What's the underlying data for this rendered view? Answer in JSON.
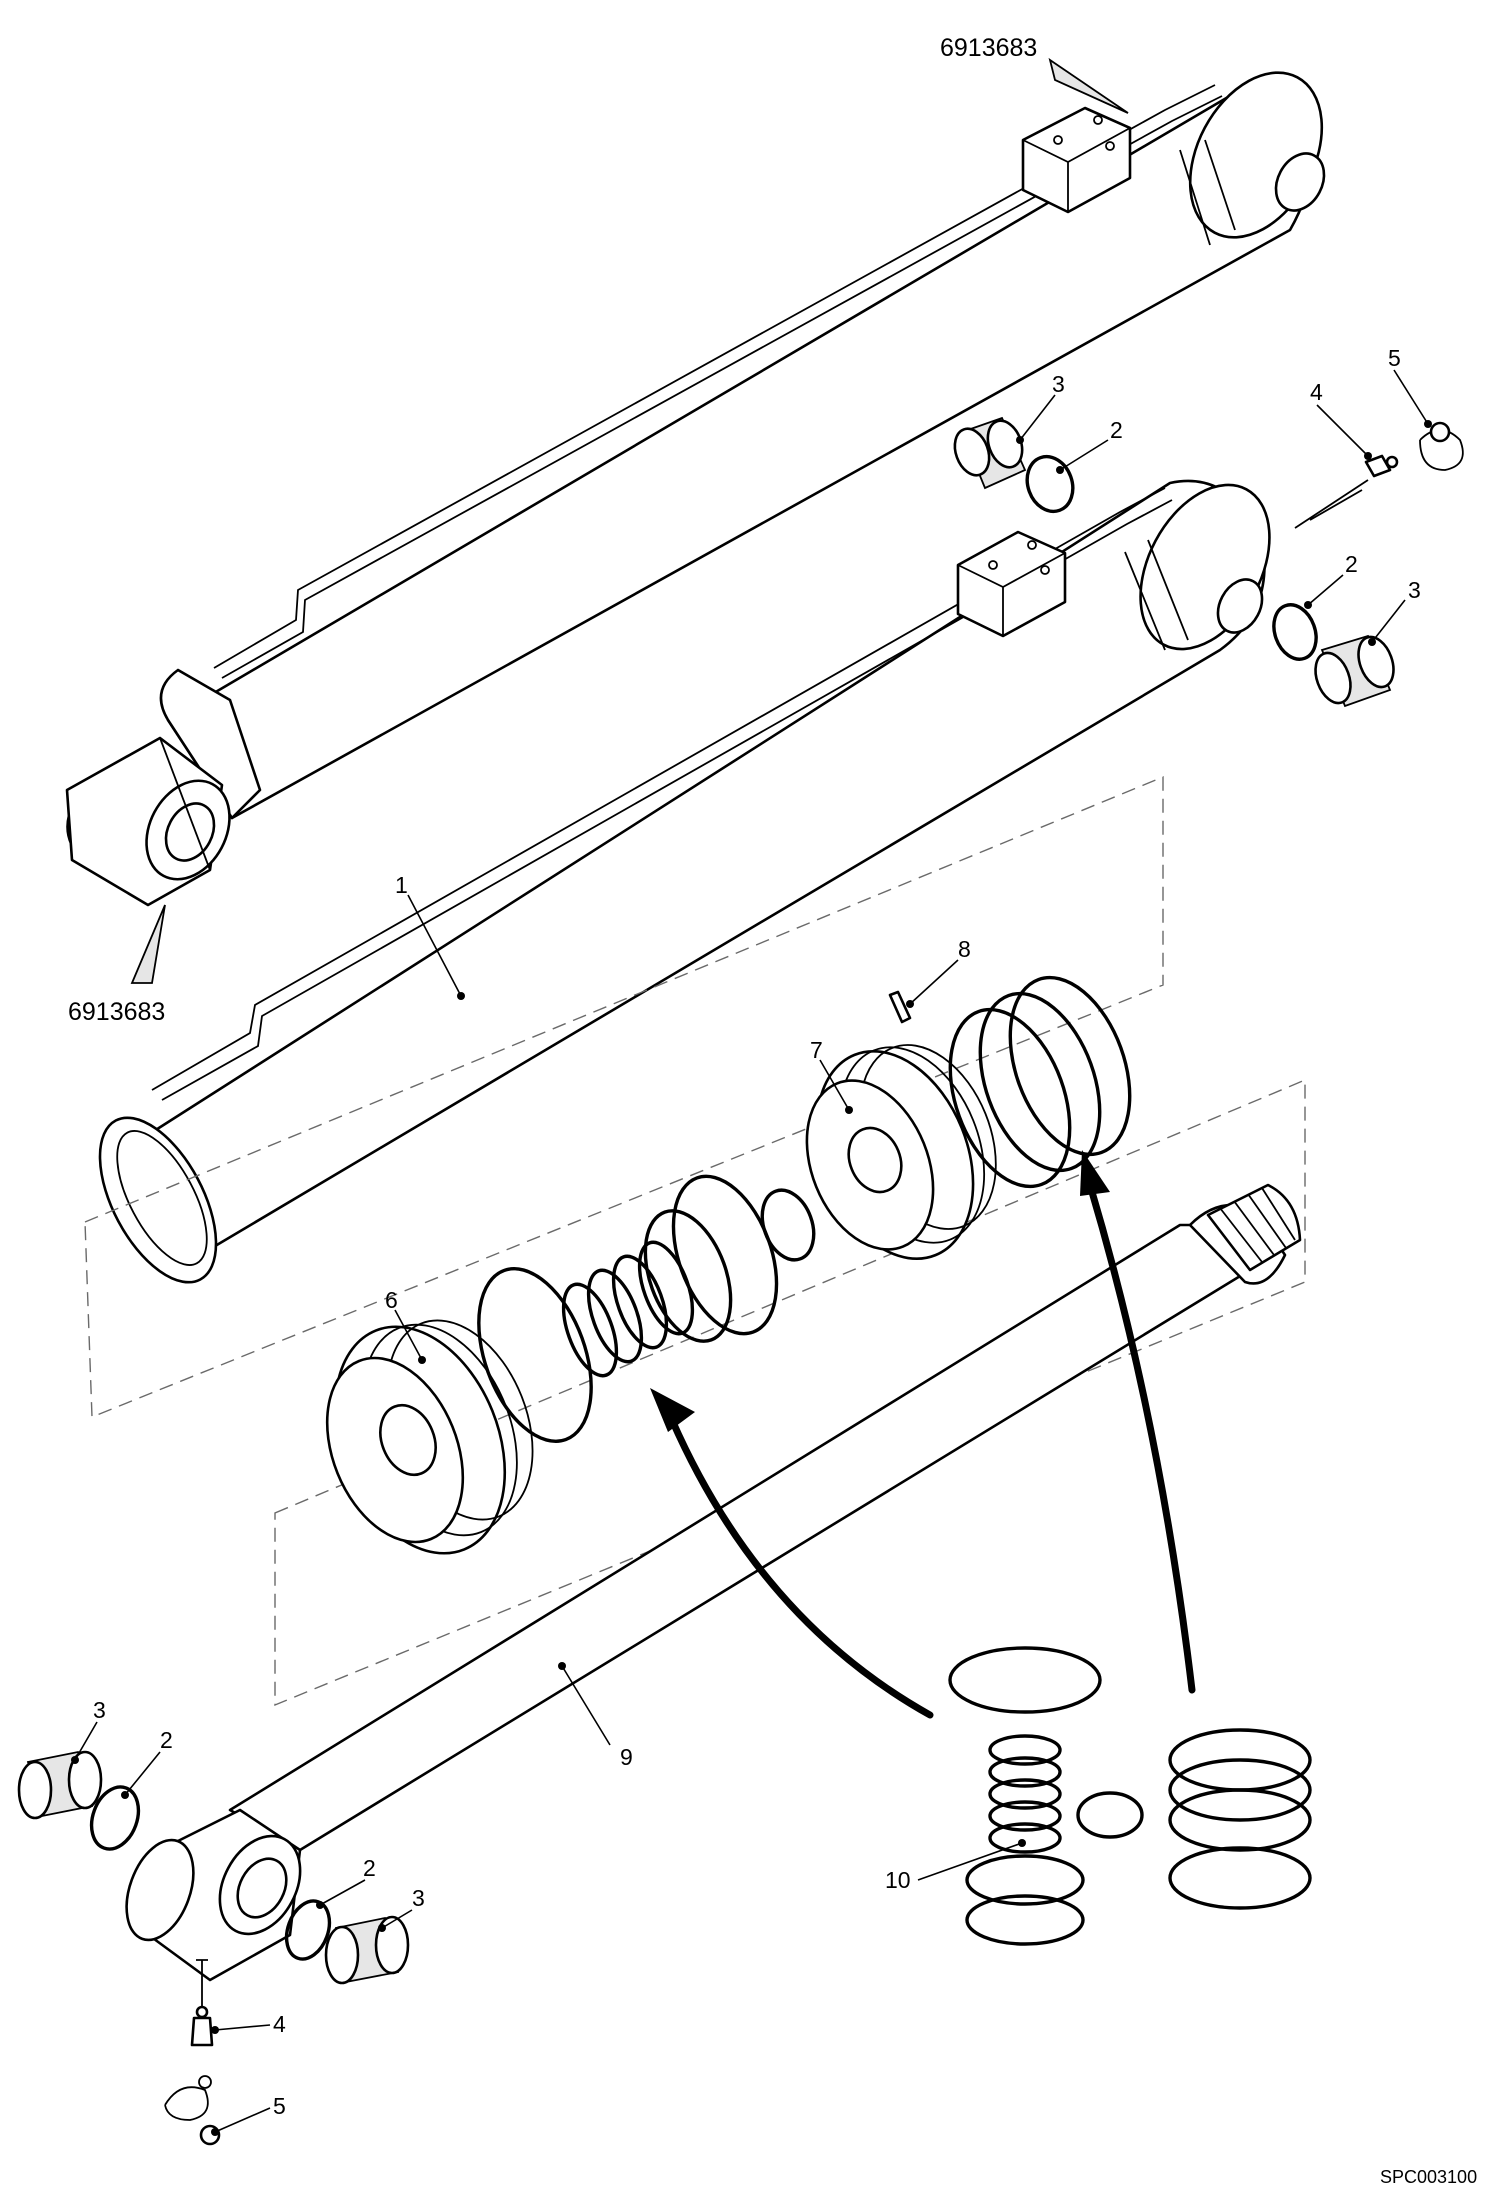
{
  "callouts": {
    "top_ref": "6913683",
    "left_ref": "6913683",
    "cylinder": "1",
    "o_ring": "2",
    "bushing": "3",
    "grease_nipple": "4",
    "cap": "5",
    "piston_nut": "6",
    "piston": "7",
    "set_screw": "8",
    "piston_rod": "9",
    "seal_kit": "10"
  },
  "drawing_code": "SPC003100"
}
